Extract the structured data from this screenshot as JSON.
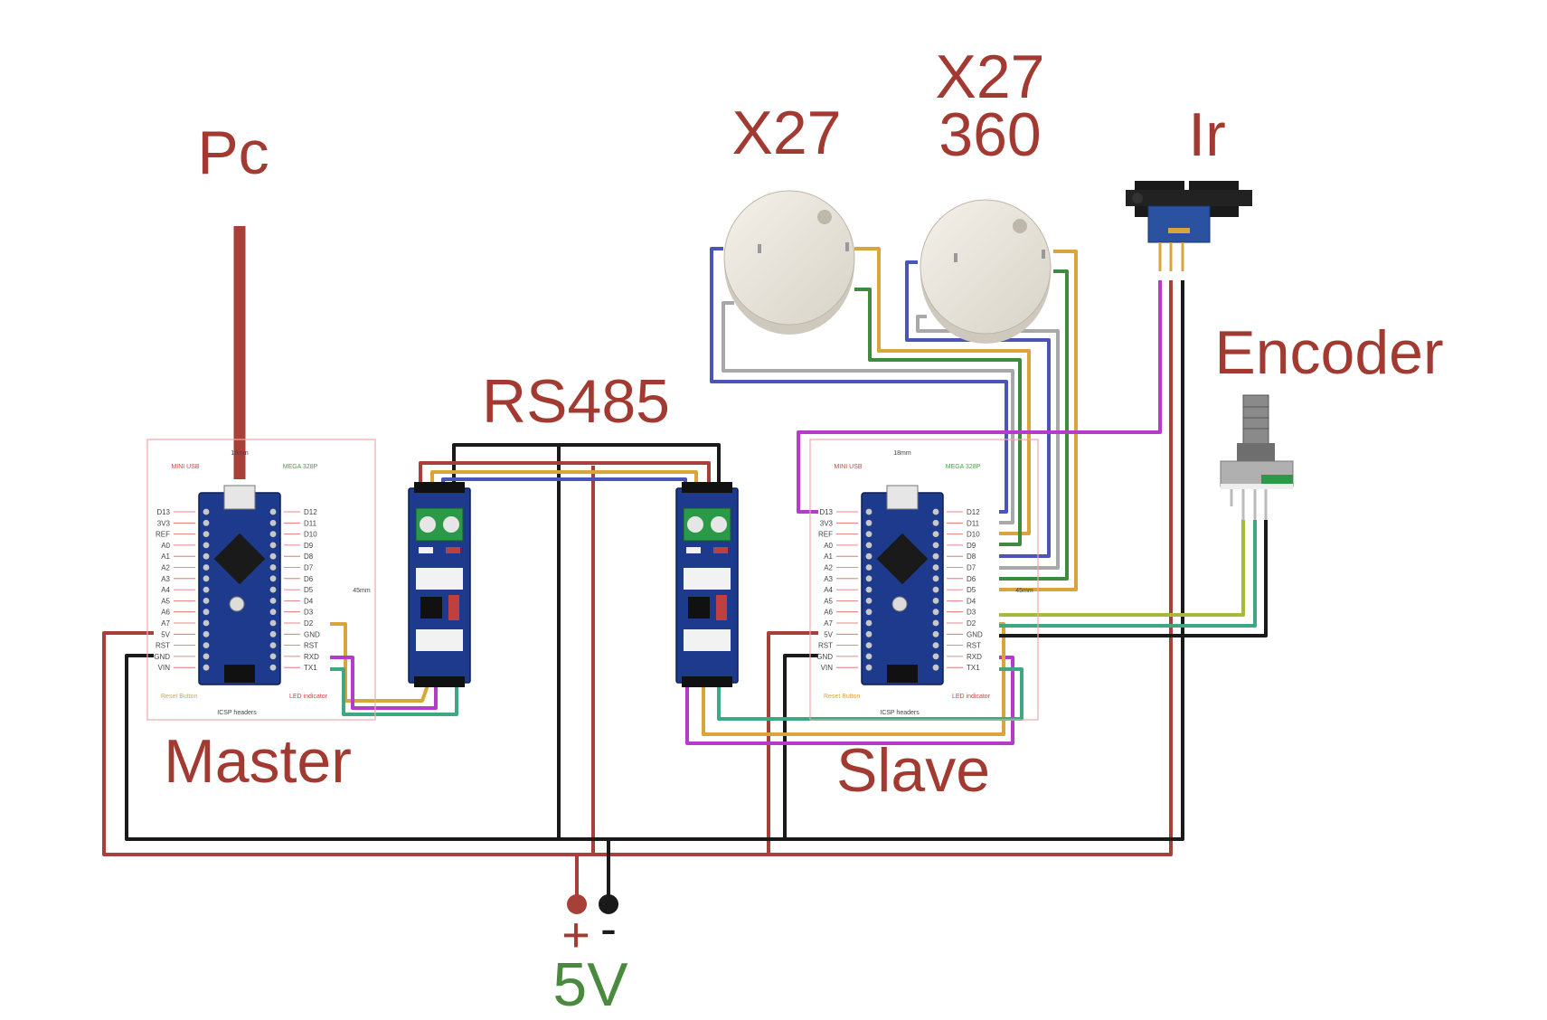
{
  "labels": {
    "pc": "Pc",
    "rs485": "RS485",
    "x27_a": "X27",
    "x27_b_line1": "X27",
    "x27_b_line2": "360",
    "ir": "Ir",
    "encoder": "Encoder",
    "master": "Master",
    "slave": "Slave",
    "plus": "+",
    "minus": "-",
    "supply": "5V"
  },
  "nano_left_pins": [
    "D13",
    "3V3",
    "REF",
    "A0",
    "A1",
    "A2",
    "A3",
    "A4",
    "A5",
    "A6",
    "A7",
    "5V",
    "RST",
    "GND",
    "VIN"
  ],
  "nano_right_pins": [
    "D12",
    "D11",
    "D10",
    "D9",
    "D8",
    "D7",
    "D6",
    "D5",
    "D4",
    "D3",
    "D2",
    "GND",
    "RST",
    "RXD",
    "TX1"
  ],
  "nano_notes": {
    "mini_usb": "MINI USB",
    "mega": "MEGA 328P",
    "width": "18mm",
    "height": "45mm",
    "reset": "Reset Button",
    "led": "LED indicator",
    "icsp": "ICSP headers"
  },
  "colors": {
    "label_red": "#a33a32",
    "supply_green": "#4a8a3e",
    "wire_red": "#a8403a",
    "wire_black": "#1a1a1a",
    "wire_orange": "#d9a43c",
    "wire_blue": "#4a55b8",
    "wire_purple": "#b43cc8",
    "wire_teal": "#3ea882",
    "wire_gray": "#a8a8a8",
    "wire_green": "#3e8a3e",
    "wire_lime": "#a8b83c",
    "board_blue": "#1e3a8c"
  }
}
